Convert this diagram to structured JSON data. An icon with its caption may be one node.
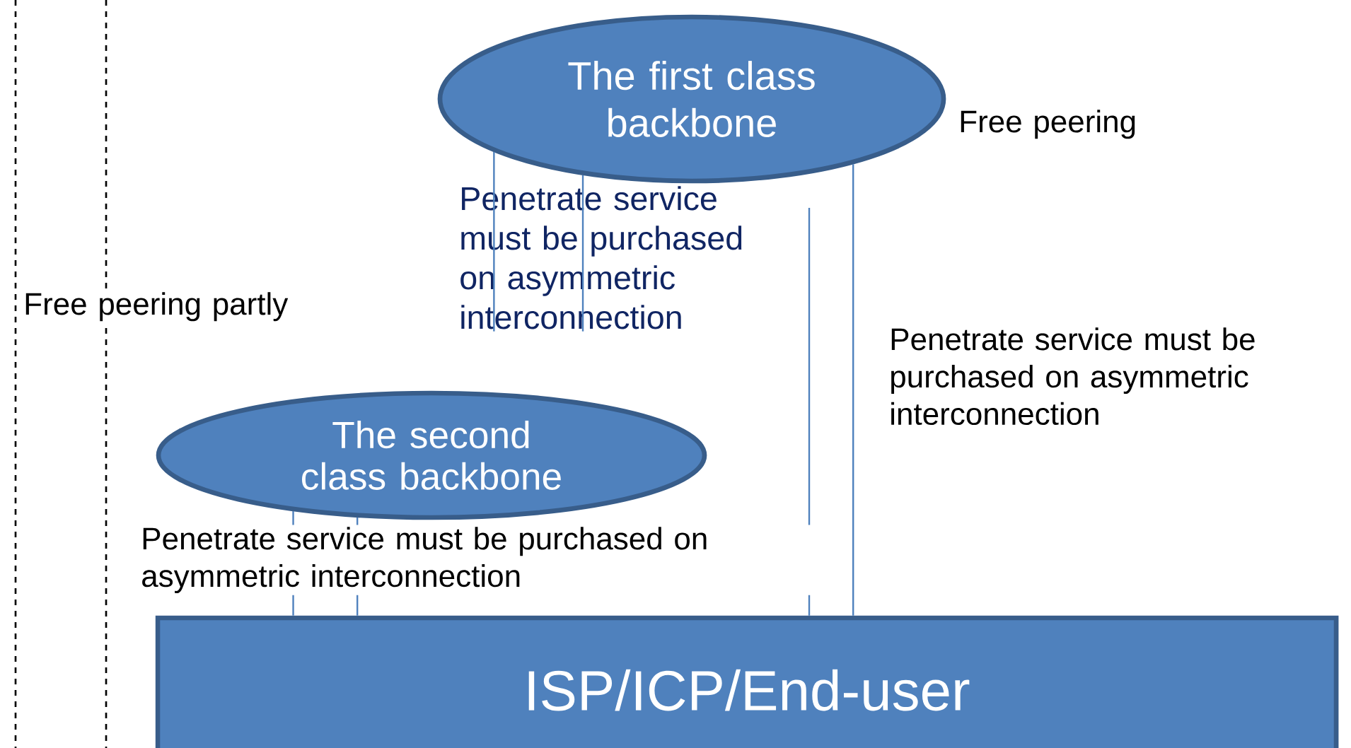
{
  "diagram": {
    "nodes": [
      {
        "text": [
          "The first class backbone"
        ]
      },
      {
        "text": [
          "The second class backbone"
        ]
      },
      {
        "text": [
          "ISP/ICP/End-user"
        ]
      },
      {
        "text": [
          "Penetrate service must be purchased on asymmetric interconnection"
        ]
      }
    ],
    "edges": [
      {
        "from": 0,
        "to": 3,
        "arrow": "none"
      },
      {
        "from": 0,
        "to": 3,
        "arrow": "none"
      },
      {
        "from": null,
        "to": 2,
        "arrow": "none"
      },
      {
        "from": 0,
        "to": 2,
        "arrow": "none"
      },
      {
        "from": 1,
        "to": 2,
        "arrow": "none"
      },
      {
        "from": 1,
        "to": 2,
        "arrow": "none"
      }
    ],
    "labels": [
      "Free peering",
      "Free peering partly",
      "Penetrate service must be purchased on asymmetric interconnection",
      "Penetrate service must be purchased on asymmetric interconnection"
    ]
  }
}
